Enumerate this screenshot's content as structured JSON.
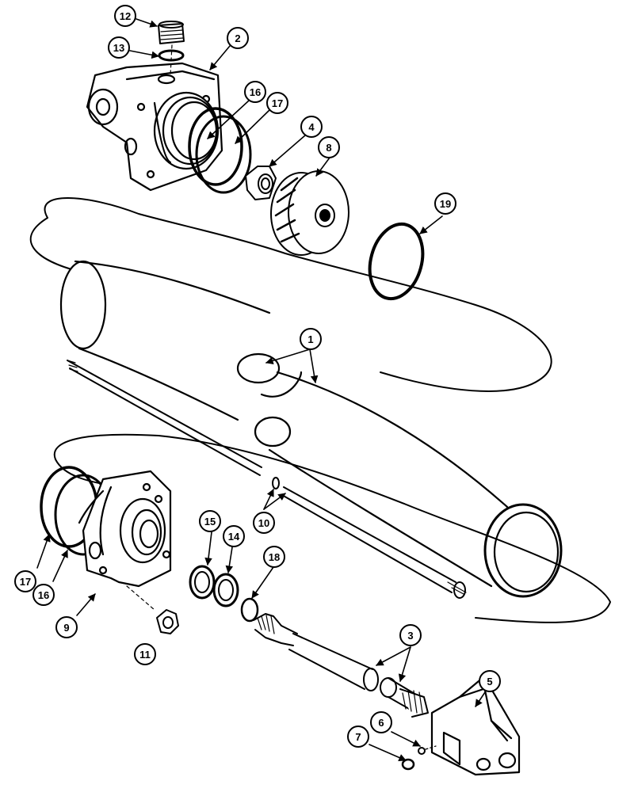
{
  "callouts": [
    {
      "id": "12",
      "label": "12"
    },
    {
      "id": "13",
      "label": "13"
    },
    {
      "id": "2",
      "label": "2"
    },
    {
      "id": "16a",
      "label": "16"
    },
    {
      "id": "17a",
      "label": "17"
    },
    {
      "id": "4",
      "label": "4"
    },
    {
      "id": "8",
      "label": "8"
    },
    {
      "id": "19",
      "label": "19"
    },
    {
      "id": "1",
      "label": "1"
    },
    {
      "id": "15",
      "label": "15"
    },
    {
      "id": "14",
      "label": "14"
    },
    {
      "id": "18",
      "label": "18"
    },
    {
      "id": "10",
      "label": "10"
    },
    {
      "id": "17b",
      "label": "17"
    },
    {
      "id": "16b",
      "label": "16"
    },
    {
      "id": "9",
      "label": "9"
    },
    {
      "id": "11",
      "label": "11"
    },
    {
      "id": "3",
      "label": "3"
    },
    {
      "id": "5",
      "label": "5"
    },
    {
      "id": "6",
      "label": "6"
    },
    {
      "id": "7",
      "label": "7"
    }
  ]
}
